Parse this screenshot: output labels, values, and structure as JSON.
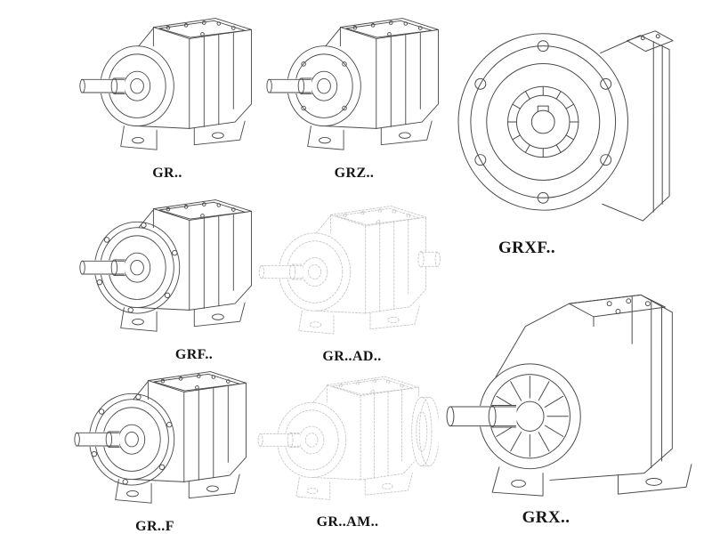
{
  "page": {
    "background": "#ffffff",
    "description": "Gear reducer model lineup - technical line drawings catalog"
  },
  "colors": {
    "line": "#4a4a4a",
    "faded_line": "#c6c6c6",
    "label": "#141414",
    "background": "#ffffff"
  },
  "items": [
    {
      "id": "gr",
      "label": "GR..",
      "drawing": "foot-mounted-helical-gearbox-icon",
      "style": "solid"
    },
    {
      "id": "grz",
      "label": "GRZ..",
      "drawing": "foot-mounted-gearbox-bolted-front-icon",
      "style": "solid"
    },
    {
      "id": "grxf",
      "label": "GRXF..",
      "drawing": "flange-mounted-gearbox-front-view-icon",
      "style": "solid"
    },
    {
      "id": "grf",
      "label": "GRF..",
      "drawing": "flange-mounted-helical-gearbox-icon",
      "style": "solid"
    },
    {
      "id": "grad",
      "label": "GR..AD..",
      "drawing": "gearbox-with-input-adapter-icon",
      "style": "faded-dashed"
    },
    {
      "id": "grff",
      "label": "GR..F",
      "drawing": "flange-mounted-helical-gearbox-icon",
      "style": "solid"
    },
    {
      "id": "gram",
      "label": "GR..AM..",
      "drawing": "gearbox-with-motor-adapter-flange-icon",
      "style": "faded-dashed"
    },
    {
      "id": "grx",
      "label": "GRX..",
      "drawing": "large-foot-mounted-gearbox-icon",
      "style": "solid"
    }
  ]
}
